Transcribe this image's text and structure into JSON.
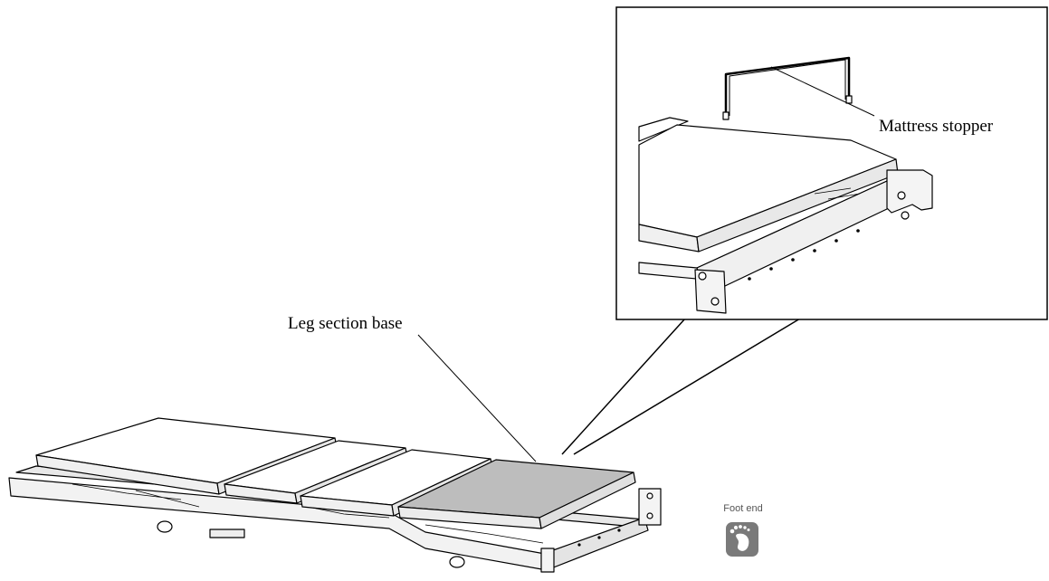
{
  "callouts": {
    "leg_section_base": "Leg section base",
    "mattress_stopper": "Mattress stopper"
  },
  "foot_end": {
    "label": "Foot end",
    "icon": "foot-icon",
    "icon_color": "#7a7a7a"
  },
  "colors": {
    "line": "#000000",
    "highlighted_section": "#bdbdbd",
    "section_fill": "#ffffff",
    "frame_fill": "#f4f4f4"
  }
}
